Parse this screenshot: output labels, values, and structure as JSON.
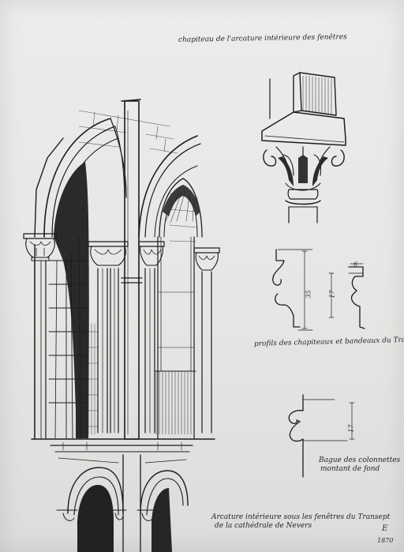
{
  "sheet": {
    "background": "#e7e7e5",
    "ink": "#1c1c1c"
  },
  "annotations": {
    "capital_title": "chapiteau de l'arcature intérieure des fenêtres",
    "profile_label": "profils des chapiteaux et bandeaux du Transept",
    "ring_label_line1": "Bague des colonnettes",
    "ring_label_line2": "montant de fond",
    "caption_line1": "Arcature intérieure sous les fenêtres du Transept",
    "caption_line2": "de la cathédrale de Nevers"
  },
  "dimensions": {
    "profile_height_1": "35",
    "profile_height_2": "17",
    "profile_width": "6",
    "ring_height": "17"
  },
  "signature": {
    "monogram": "E",
    "year": "1870"
  }
}
